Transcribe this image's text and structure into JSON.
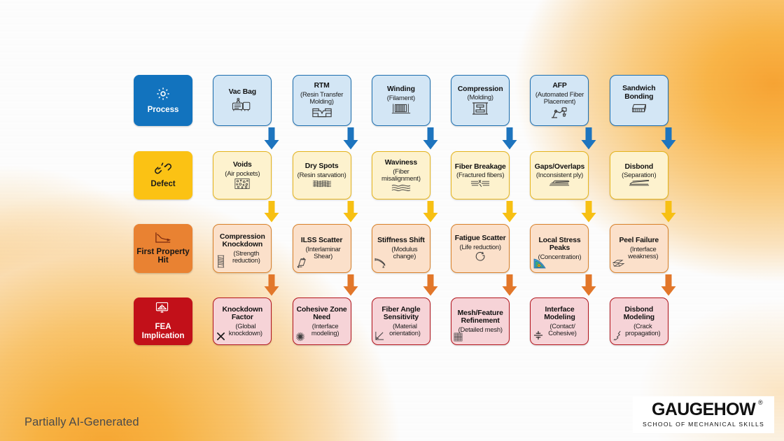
{
  "footer": {
    "note": "Partially AI-Generated",
    "logo_main": "GAUGEHOW",
    "logo_reg": "®",
    "logo_sub": "SCHOOL OF MECHANICAL SKILLS"
  },
  "colors": {
    "process_blue": "#1273BE",
    "process_fill": "#D3E6F5",
    "defect_yellow": "#FBC214",
    "defect_fill": "#FDF2CE",
    "property_orange": "#E98232",
    "property_fill": "#FBE0CA",
    "fea_red": "#C21019",
    "fea_fill": "#F6D3D7",
    "arrow_blue": "#1D74BE",
    "arrow_yellow": "#F7C013",
    "arrow_orange": "#E2772A",
    "background_orange": "#F9A534"
  },
  "rows": [
    {
      "key": "process",
      "label": "Process",
      "icon": "gear-icon",
      "cells": [
        {
          "title": "Vac Bag",
          "sub": "",
          "icon": "vacuum-pump-icon"
        },
        {
          "title": "RTM",
          "sub": "(Resin Transfer Molding)",
          "icon": "injection-mold-icon"
        },
        {
          "title": "Winding",
          "sub": "(Filament)",
          "icon": "filament-winder-icon"
        },
        {
          "title": "Compression",
          "sub": "(Molding)",
          "icon": "press-icon"
        },
        {
          "title": "AFP",
          "sub": "(Automated Fiber Placement)",
          "icon": "robot-arm-icon"
        },
        {
          "title": "Sandwich Bonding",
          "sub": "",
          "icon": "sandwich-panel-icon"
        }
      ]
    },
    {
      "key": "defect",
      "label": "Defect",
      "icon": "broken-link-icon",
      "cells": [
        {
          "title": "Voids",
          "sub": "(Air pockets)",
          "icon": "porosity-icon"
        },
        {
          "title": "Dry Spots",
          "sub": "(Resin starvation)",
          "icon": "dry-fabric-icon"
        },
        {
          "title": "Waviness",
          "sub": "(Fiber misalignment)",
          "icon": "wavy-lines-icon"
        },
        {
          "title": "Fiber Breakage",
          "sub": "(Fractured fibers)",
          "icon": "broken-fiber-icon"
        },
        {
          "title": "Gaps/Overlaps",
          "sub": "(Inconsistent ply)",
          "icon": "ply-gap-icon"
        },
        {
          "title": "Disbond",
          "sub": "(Separation)",
          "icon": "delamination-icon"
        }
      ]
    },
    {
      "key": "first_property_hit",
      "label": "First Property Hit",
      "icon": "declining-chart-icon",
      "cells": [
        {
          "title": "Compression Knockdown",
          "sub": "(Strength reduction)",
          "icon": "coupon-crush-icon"
        },
        {
          "title": "ILSS Scatter",
          "sub": "(Interlaminar Shear)",
          "icon": "shear-block-icon"
        },
        {
          "title": "Stiffness Shift",
          "sub": "(Modulus change)",
          "icon": "beam-bending-icon"
        },
        {
          "title": "Fatigue Scatter",
          "sub": "(Life reduction)",
          "icon": "cyclic-loop-icon"
        },
        {
          "title": "Local Stress Peaks",
          "sub": "(Concentration)",
          "icon": "stress-contour-icon"
        },
        {
          "title": "Peel Failure",
          "sub": "(Interface weakness)",
          "icon": "peel-plies-icon"
        }
      ]
    },
    {
      "key": "fea_implication",
      "label": "FEA Implication",
      "icon": "fea-monitor-icon",
      "cells": [
        {
          "title": "Knockdown Factor",
          "sub": "(Global knockdown)",
          "icon": "multiply-icon"
        },
        {
          "title": "Cohesive Zone Need",
          "sub": "(Interface modeling)",
          "icon": "crack-star-icon"
        },
        {
          "title": "Fiber Angle Sensitivity",
          "sub": "(Material orientation)",
          "icon": "angle-icon"
        },
        {
          "title": "Mesh/Feature Refinement",
          "sub": "(Detailed mesh)",
          "icon": "mesh-grid-icon"
        },
        {
          "title": "Interface Modeling",
          "sub": "(Contact/ Cohesive)",
          "icon": "contact-pair-icon"
        },
        {
          "title": "Disbond Modeling",
          "sub": "(Crack propagation)",
          "icon": "crack-path-icon"
        }
      ]
    }
  ],
  "arrows": [
    {
      "from": "process",
      "to": "defect",
      "color": "#1D74BE"
    },
    {
      "from": "defect",
      "to": "first_property_hit",
      "color": "#F7C013"
    },
    {
      "from": "first_property_hit",
      "to": "fea_implication",
      "color": "#E2772A"
    }
  ]
}
